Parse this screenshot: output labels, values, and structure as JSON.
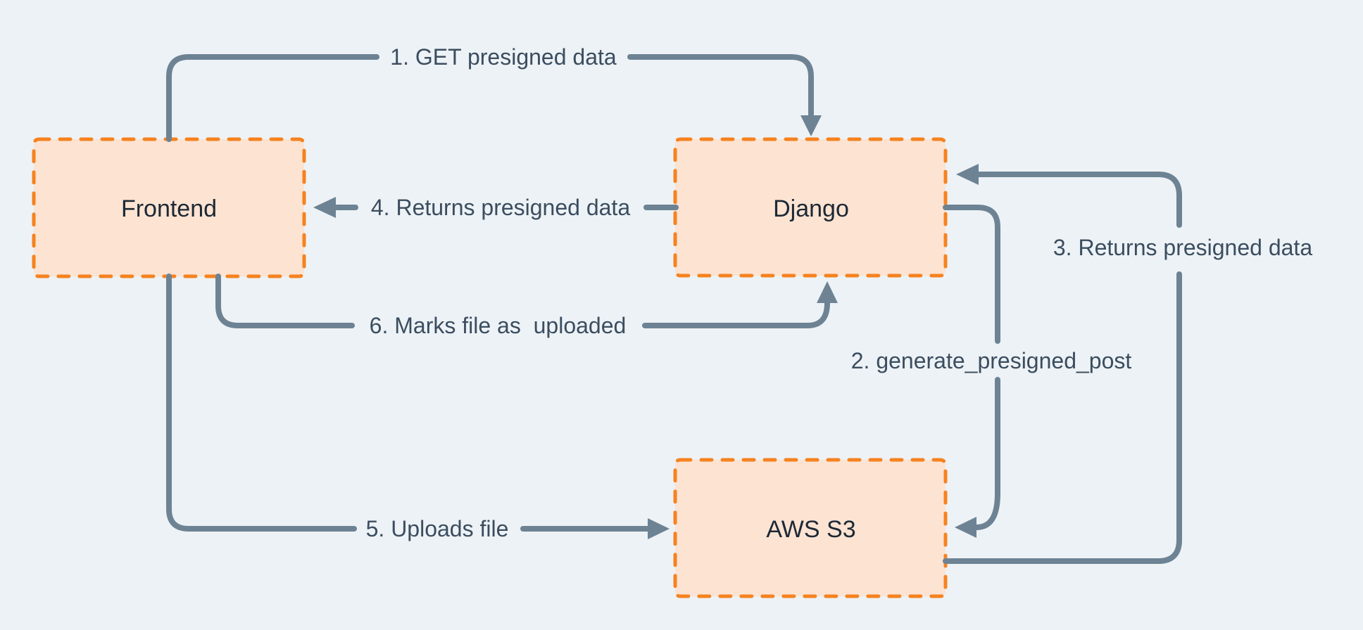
{
  "colors": {
    "bg": "#edf2f6",
    "box-fill": "#fce3d2",
    "box-border": "#f6821f",
    "arrow": "#6d8394",
    "arrow-label": "#3b4d5f",
    "box-label": "#1c2835"
  },
  "boxes": [
    {
      "id": "frontend",
      "label": "Frontend"
    },
    {
      "id": "django",
      "label": "Django"
    },
    {
      "id": "aws-s3",
      "label": "AWS S3"
    }
  ],
  "arrows": [
    {
      "step": "1",
      "label": "1. GET presigned data"
    },
    {
      "step": "2",
      "label": "2. generate_presigned_post"
    },
    {
      "step": "3",
      "label": "3. Returns presigned data"
    },
    {
      "step": "4",
      "label": "4. Returns presigned data"
    },
    {
      "step": "5",
      "label": "5. Uploads file"
    },
    {
      "step": "6",
      "label": "6. Marks file as  uploaded"
    }
  ]
}
